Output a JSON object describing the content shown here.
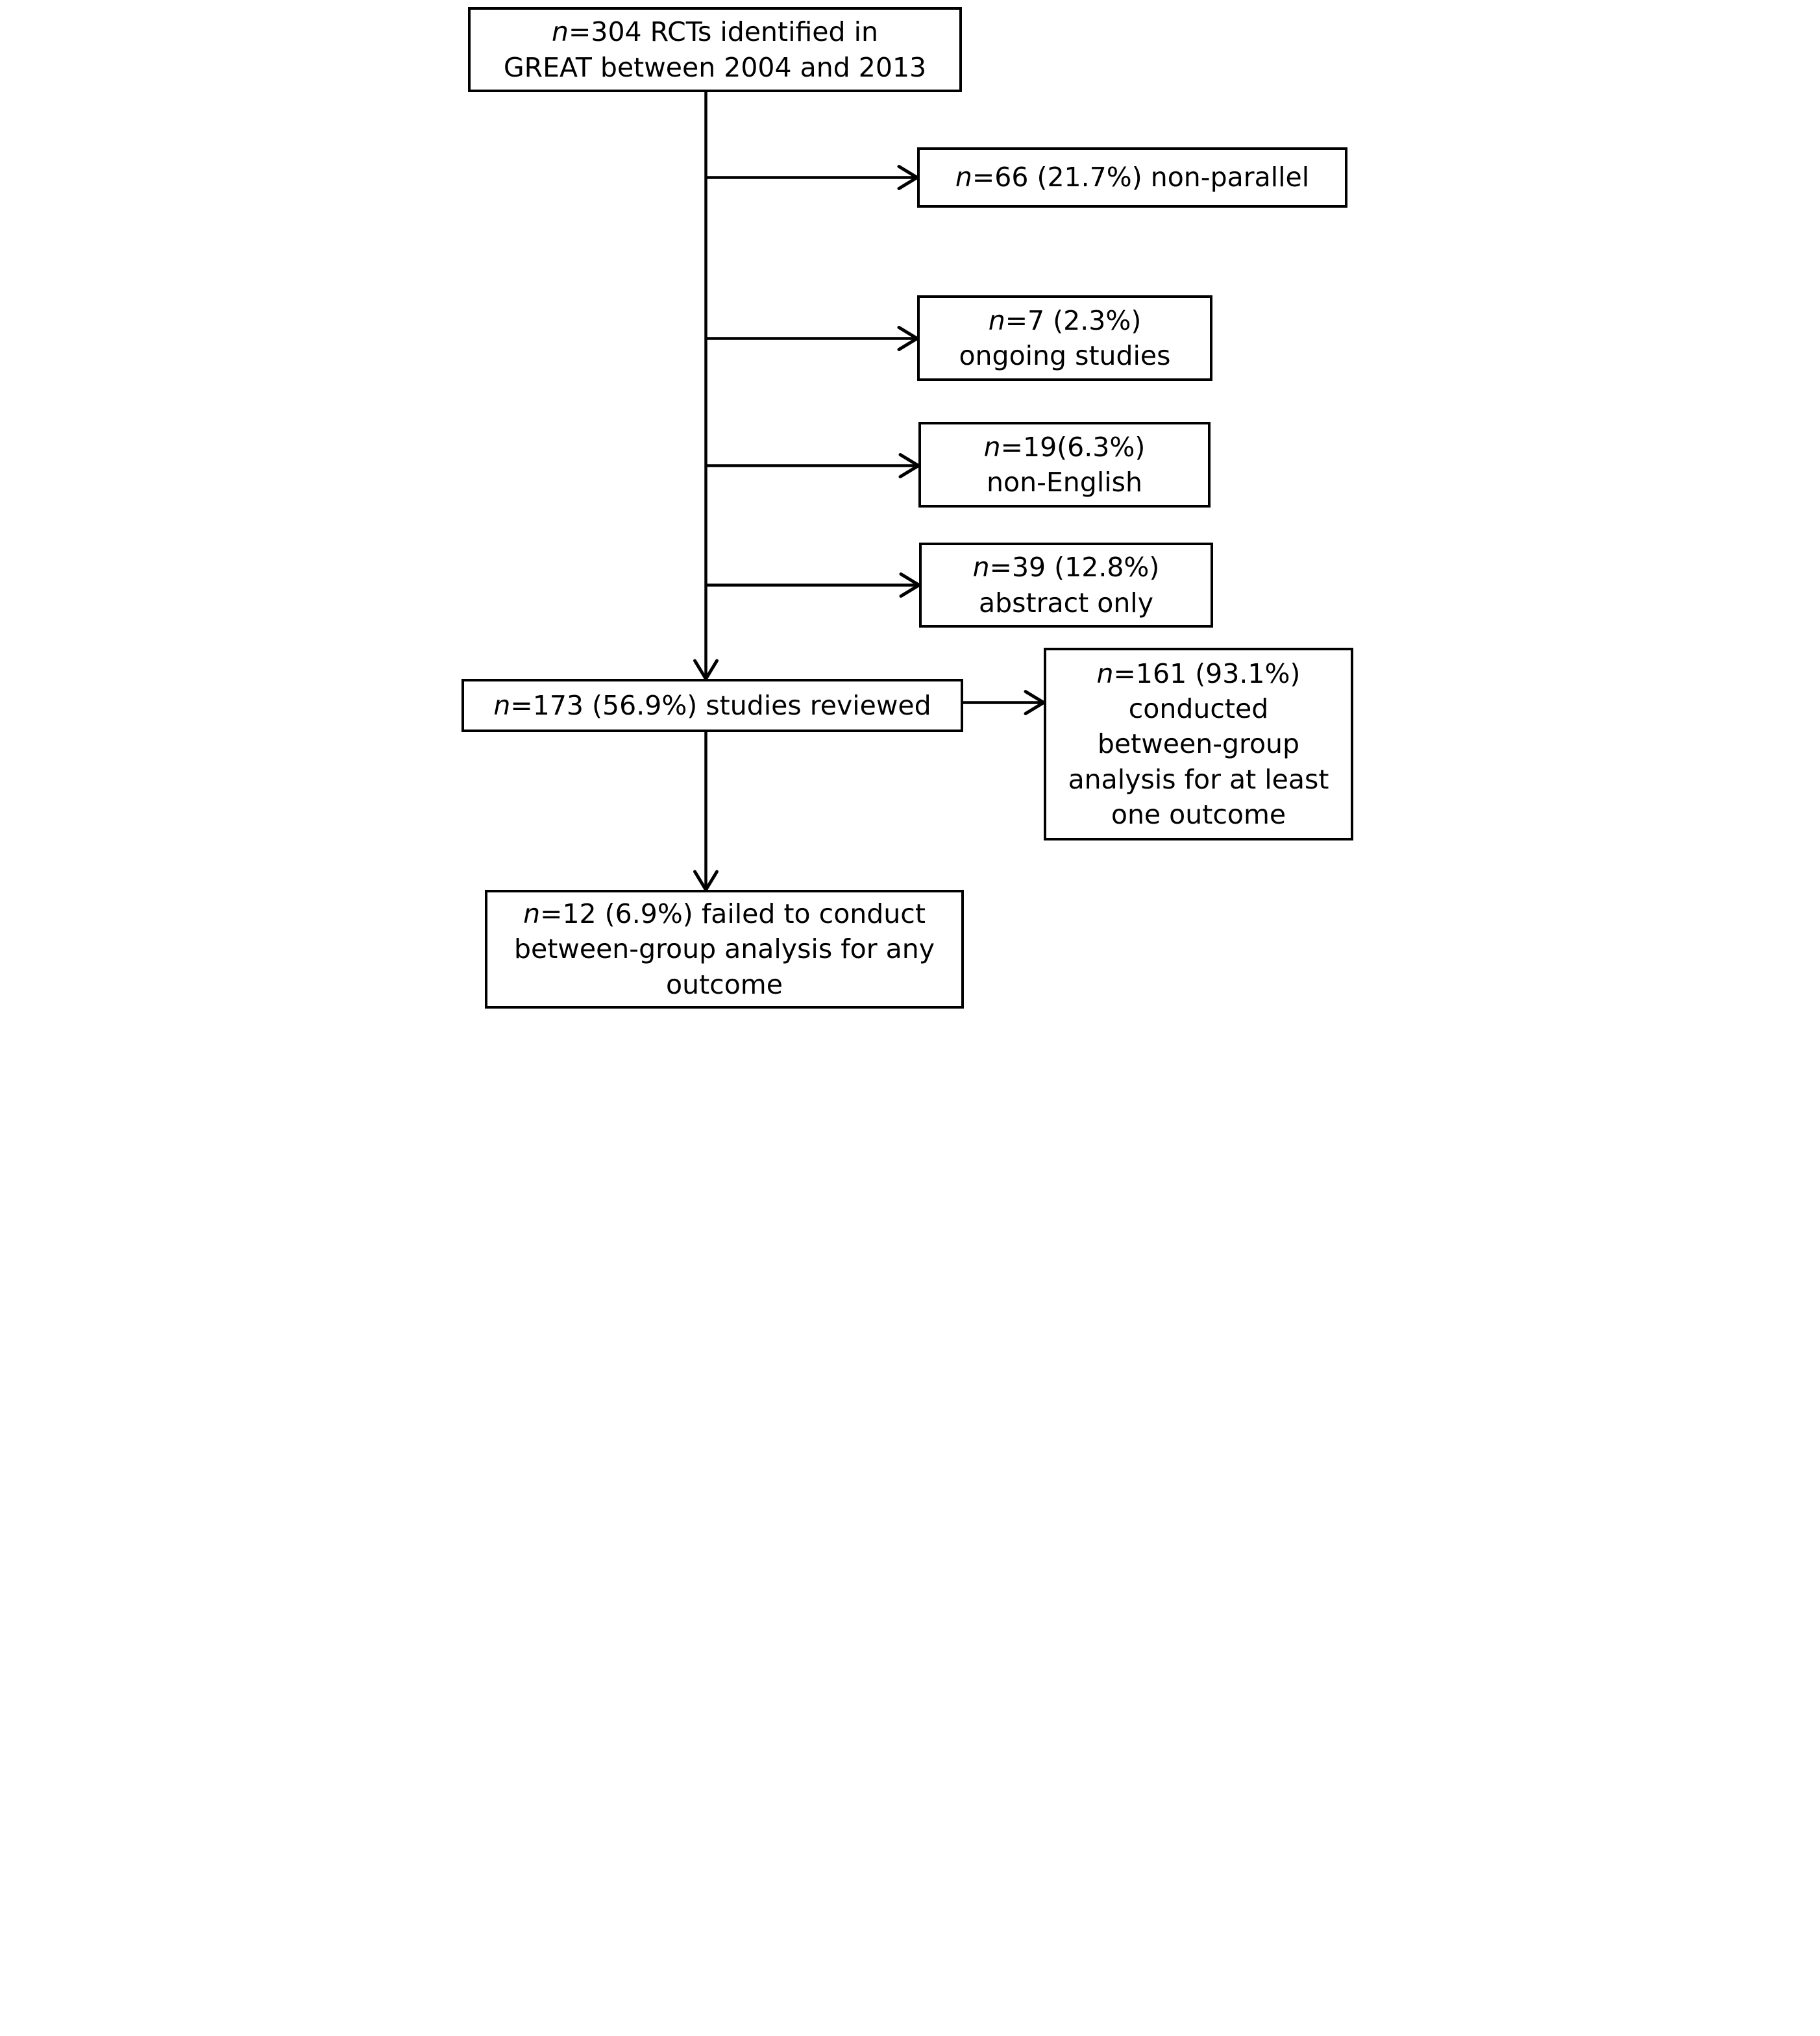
{
  "diagram": {
    "background_color": "#ffffff",
    "line_color": "#000000",
    "text_color": "#000000",
    "description_visible_boxes": 8
  },
  "boxes": {
    "identified": {
      "n": "n",
      "lines": [
        "=304 RCTs identified in",
        "GREAT between 2004 and 2013"
      ]
    },
    "non_parallel": {
      "n": "n",
      "lines": [
        "=66 (21.7%) non-parallel"
      ]
    },
    "ongoing": {
      "n": "n",
      "lines": [
        "=7 (2.3%)",
        "ongoing studies"
      ]
    },
    "non_english": {
      "n": "n",
      "lines": [
        "=19(6.3%)",
        "non-English"
      ]
    },
    "abstract_only": {
      "n": "n",
      "lines": [
        "=39 (12.8%)",
        "abstract only"
      ]
    },
    "reviewed": {
      "n": "n",
      "lines": [
        "=173 (56.9%) studies reviewed"
      ]
    },
    "between_group": {
      "n": "n",
      "lines": [
        "=161 (93.1%)",
        "conducted",
        "between-group",
        "analysis for at least",
        "one outcome"
      ]
    },
    "failed": {
      "n": "n",
      "lines": [
        "=12 (6.9%) failed to conduct",
        "between-group analysis for any",
        "outcome"
      ]
    }
  }
}
